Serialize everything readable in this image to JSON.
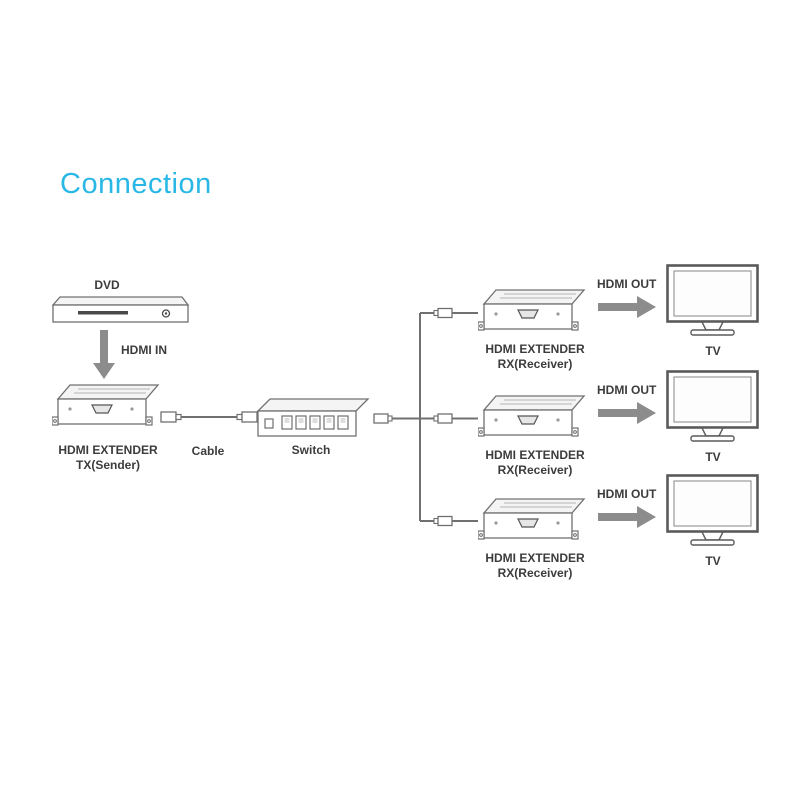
{
  "title": "Connection",
  "colors": {
    "accent": "#29b7e5",
    "line": "#707070",
    "label": "#3c3c3c",
    "arrow": "#8c8c8c",
    "background": "#ffffff"
  },
  "icons": {
    "hdmi_in_arrow": "down-arrow",
    "hdmi_out_arrow": "right-arrow"
  },
  "left_chain": {
    "dvd_label": "DVD",
    "hdmi_in_label": "HDMI IN",
    "tx_label_line1": "HDMI EXTENDER",
    "tx_label_line2": "TX(Sender)",
    "cable_label": "Cable",
    "switch_label": "Switch"
  },
  "rx_rows": [
    {
      "line1": "HDMI EXTENDER",
      "line2": "RX(Receiver)",
      "hdmi_out": "HDMI OUT",
      "tv": "TV"
    },
    {
      "line1": "HDMI EXTENDER",
      "line2": "RX(Receiver)",
      "hdmi_out": "HDMI OUT",
      "tv": "TV"
    },
    {
      "line1": "HDMI EXTENDER",
      "line2": "RX(Receiver)",
      "hdmi_out": "HDMI OUT",
      "tv": "TV"
    }
  ]
}
